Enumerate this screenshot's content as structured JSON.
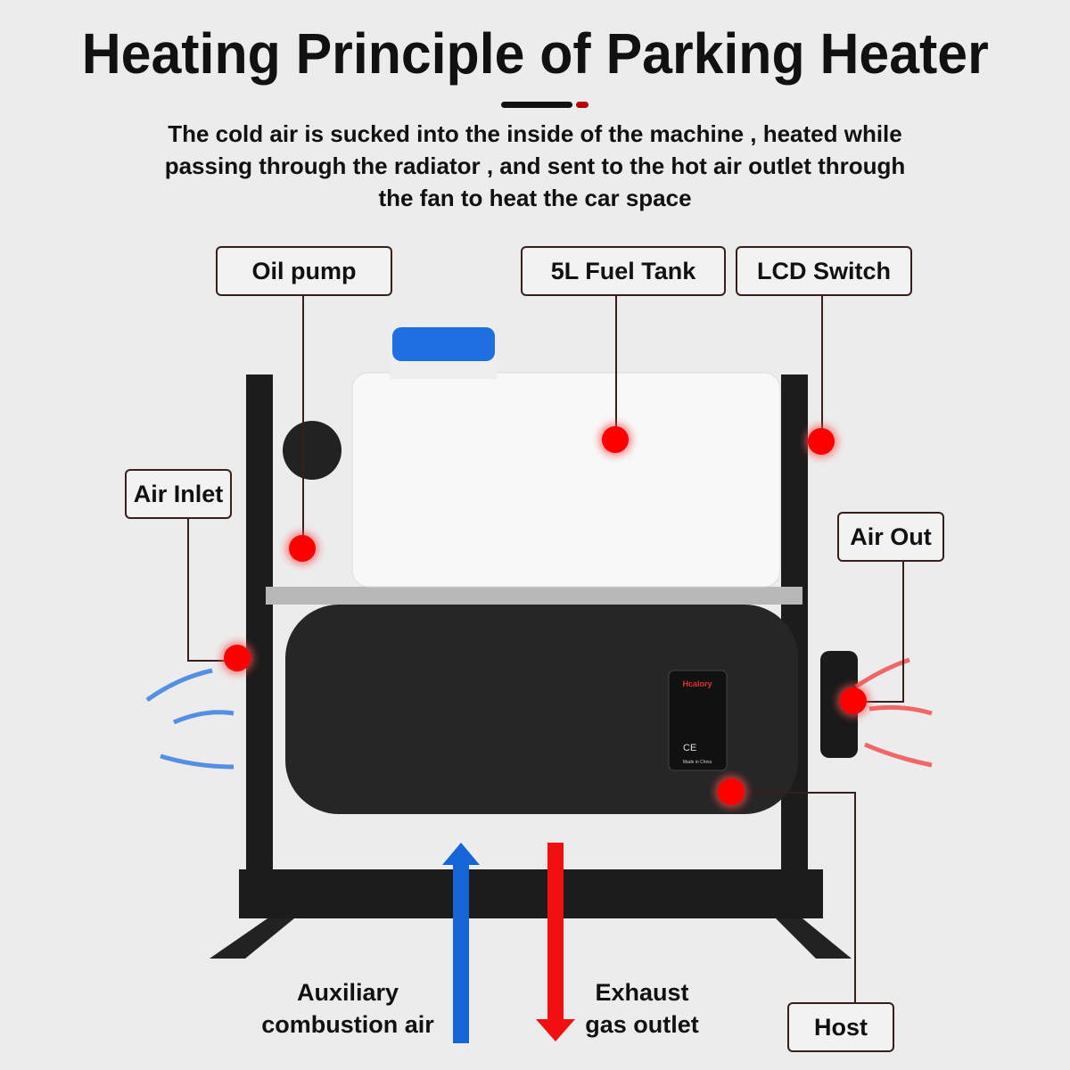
{
  "title": "Heating Principle of Parking Heater",
  "subtitle": [
    "The cold air is sucked into the inside of the machine , heated while",
    "passing through the radiator , and sent to the hot air outlet through",
    "the fan to heat the car space"
  ],
  "labels": {
    "oil_pump": "Oil pump",
    "fuel_tank": "5L Fuel Tank",
    "lcd_switch": "LCD Switch",
    "air_inlet": "Air Inlet",
    "air_out": "Air Out",
    "host": "Host"
  },
  "captions": {
    "aux_air": [
      "Auxiliary",
      "combustion air"
    ],
    "exhaust": [
      "Exhaust",
      "gas outlet"
    ]
  },
  "nameplate": {
    "brand": "Hcalory",
    "ce": "CE",
    "made_in": "Made in China"
  },
  "colors": {
    "intake_arrow": "#1565d8",
    "exhaust_arrow": "#f01010",
    "marker": "#ff0000",
    "label_border": "#3a1e1e"
  }
}
